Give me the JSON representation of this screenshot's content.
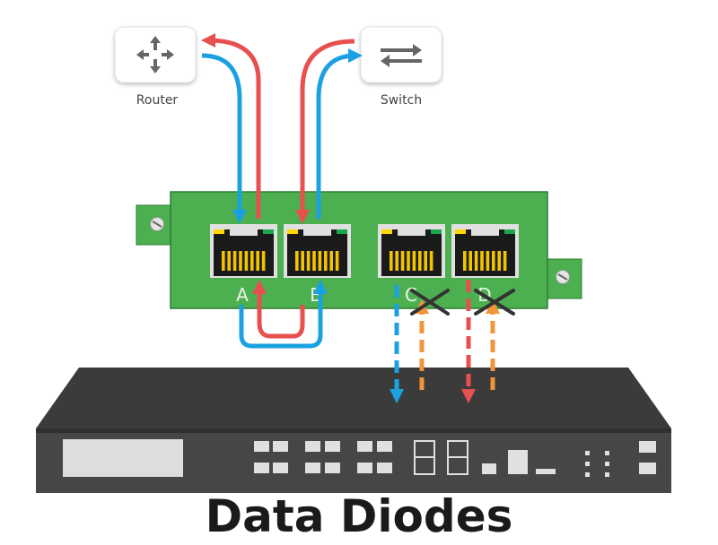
{
  "title": "Data Diodes",
  "devices": {
    "router": {
      "label": "Router",
      "icon": "router-icon"
    },
    "switch": {
      "label": "Switch",
      "icon": "switch-icon"
    }
  },
  "ports": [
    {
      "id": "port-a",
      "label": "A",
      "blocked": false
    },
    {
      "id": "port-b",
      "label": "B",
      "blocked": false
    },
    {
      "id": "port-c",
      "label": "C",
      "blocked": true
    },
    {
      "id": "port-d",
      "label": "D",
      "blocked": true
    }
  ],
  "colors": {
    "card": "#4caf50",
    "card_edge": "#2e7d32",
    "blue_flow": "#1ba1e2",
    "red_flow": "#e8504f",
    "orange_flow": "#f0953a",
    "appliance": "#3b3b3b",
    "appliance_front": "#4a4a4a",
    "led_yellow": "#ffd600",
    "led_green": "#1aa64b"
  }
}
